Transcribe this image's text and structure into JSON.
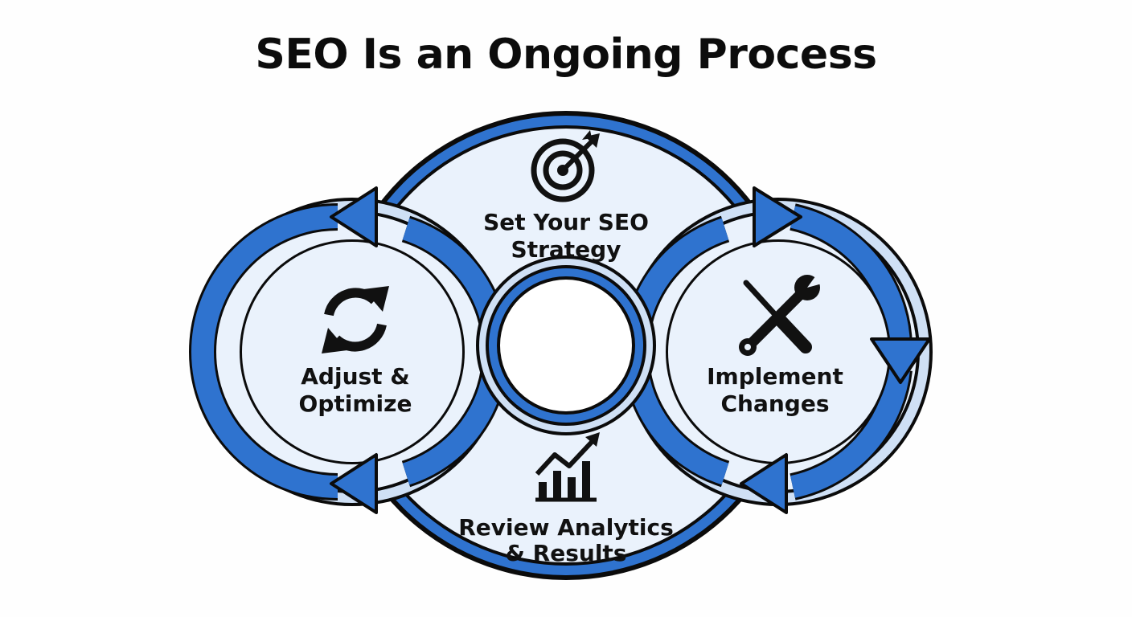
{
  "title": "SEO Is an Ongoing Process",
  "colors": {
    "ring_blue": "#2f73cf",
    "ring_light": "#cfe0f5",
    "fill_light": "#eaf2fc",
    "outline": "#0b0b0b",
    "center": "#ffffff"
  },
  "steps": {
    "top": {
      "icon": "target-arrow-icon",
      "line1": "Set Your SEO",
      "line2": "Strategy"
    },
    "right": {
      "icon": "tools-icon",
      "line1": "Implement",
      "line2": "Changes"
    },
    "bottom": {
      "icon": "growth-chart-icon",
      "line1": "Review Analytics",
      "line2": "& Results"
    },
    "left": {
      "icon": "refresh-cycle-icon",
      "line1": "Adjust &",
      "line2": "Optimize"
    }
  }
}
